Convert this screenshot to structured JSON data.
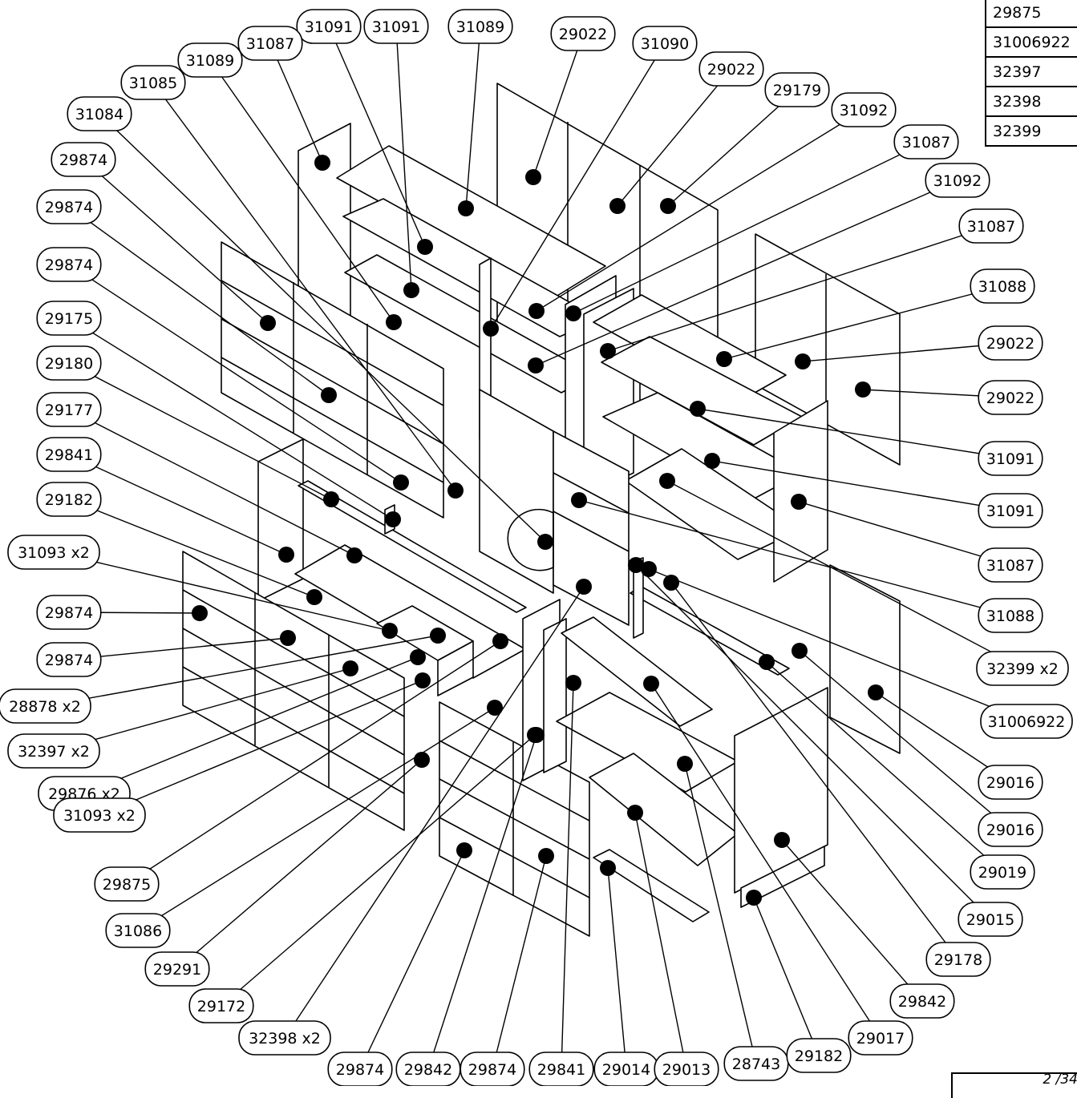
{
  "parts_list": [
    "29875",
    "31006922",
    "32397",
    "32398",
    "32399"
  ],
  "page": "2 /34",
  "callouts": [
    {
      "id": "31091",
      "text": "31091"
    },
    {
      "id": "31091b",
      "text": "31091"
    },
    {
      "id": "31089",
      "text": "31089"
    },
    {
      "id": "31087",
      "text": "31087"
    },
    {
      "id": "31089b",
      "text": "31089"
    },
    {
      "id": "31085",
      "text": "31085"
    },
    {
      "id": "31084",
      "text": "31084"
    },
    {
      "id": "29874a",
      "text": "29874"
    },
    {
      "id": "29874b",
      "text": "29874"
    },
    {
      "id": "29874c",
      "text": "29874"
    },
    {
      "id": "29175",
      "text": "29175"
    },
    {
      "id": "29180",
      "text": "29180"
    },
    {
      "id": "29177",
      "text": "29177"
    },
    {
      "id": "29841",
      "text": "29841"
    },
    {
      "id": "29182",
      "text": "29182"
    },
    {
      "id": "31093x2",
      "text": "31093 x2"
    },
    {
      "id": "29874d",
      "text": "29874"
    },
    {
      "id": "29874e",
      "text": "29874"
    },
    {
      "id": "28878x2",
      "text": "28878 x2"
    },
    {
      "id": "32397x2",
      "text": "32397 x2"
    },
    {
      "id": "29876x2",
      "text": "29876 x2"
    },
    {
      "id": "31093x2b",
      "text": "31093 x2"
    },
    {
      "id": "29875",
      "text": "29875"
    },
    {
      "id": "31086",
      "text": "31086"
    },
    {
      "id": "29291",
      "text": "29291"
    },
    {
      "id": "29172",
      "text": "29172"
    },
    {
      "id": "32398x2",
      "text": "32398 x2"
    },
    {
      "id": "29874f",
      "text": "29874"
    },
    {
      "id": "29842",
      "text": "29842"
    },
    {
      "id": "29874g",
      "text": "29874"
    },
    {
      "id": "29841b",
      "text": "29841"
    },
    {
      "id": "29014",
      "text": "29014"
    },
    {
      "id": "29013",
      "text": "29013"
    },
    {
      "id": "28743",
      "text": "28743"
    },
    {
      "id": "29182b",
      "text": "29182"
    },
    {
      "id": "29017",
      "text": "29017"
    },
    {
      "id": "29842b",
      "text": "29842"
    },
    {
      "id": "29178",
      "text": "29178"
    },
    {
      "id": "29015",
      "text": "29015"
    },
    {
      "id": "29019",
      "text": "29019"
    },
    {
      "id": "29016",
      "text": "29016"
    },
    {
      "id": "29016b",
      "text": "29016"
    },
    {
      "id": "31006922",
      "text": "31006922"
    },
    {
      "id": "32399x2",
      "text": "32399 x2"
    },
    {
      "id": "31088",
      "text": "31088"
    },
    {
      "id": "31087b",
      "text": "31087"
    },
    {
      "id": "31091c",
      "text": "31091"
    },
    {
      "id": "31091d",
      "text": "31091"
    },
    {
      "id": "29022",
      "text": "29022"
    },
    {
      "id": "29022b",
      "text": "29022"
    },
    {
      "id": "31088b",
      "text": "31088"
    },
    {
      "id": "31087c",
      "text": "31087"
    },
    {
      "id": "31092",
      "text": "31092"
    },
    {
      "id": "31087d",
      "text": "31087"
    },
    {
      "id": "31092b",
      "text": "31092"
    },
    {
      "id": "29179",
      "text": "29179"
    },
    {
      "id": "29022c",
      "text": "29022"
    },
    {
      "id": "31090",
      "text": "31090"
    },
    {
      "id": "29022d",
      "text": "29022"
    }
  ]
}
